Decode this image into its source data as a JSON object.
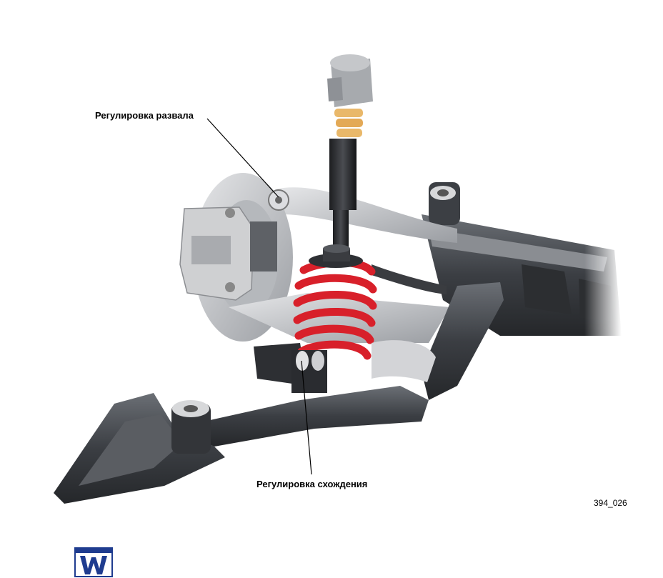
{
  "labels": {
    "camber": "Регулировка развала",
    "toe": "Регулировка схождения"
  },
  "figure_id": "394_026",
  "icons": {
    "document": "word-document-icon"
  },
  "colors": {
    "spring": "#d8202a",
    "metal_dark": "#4a4d52",
    "metal_light": "#c9cbce",
    "bump_stop": "#e9b86a",
    "word_blue": "#1f3c8f"
  }
}
